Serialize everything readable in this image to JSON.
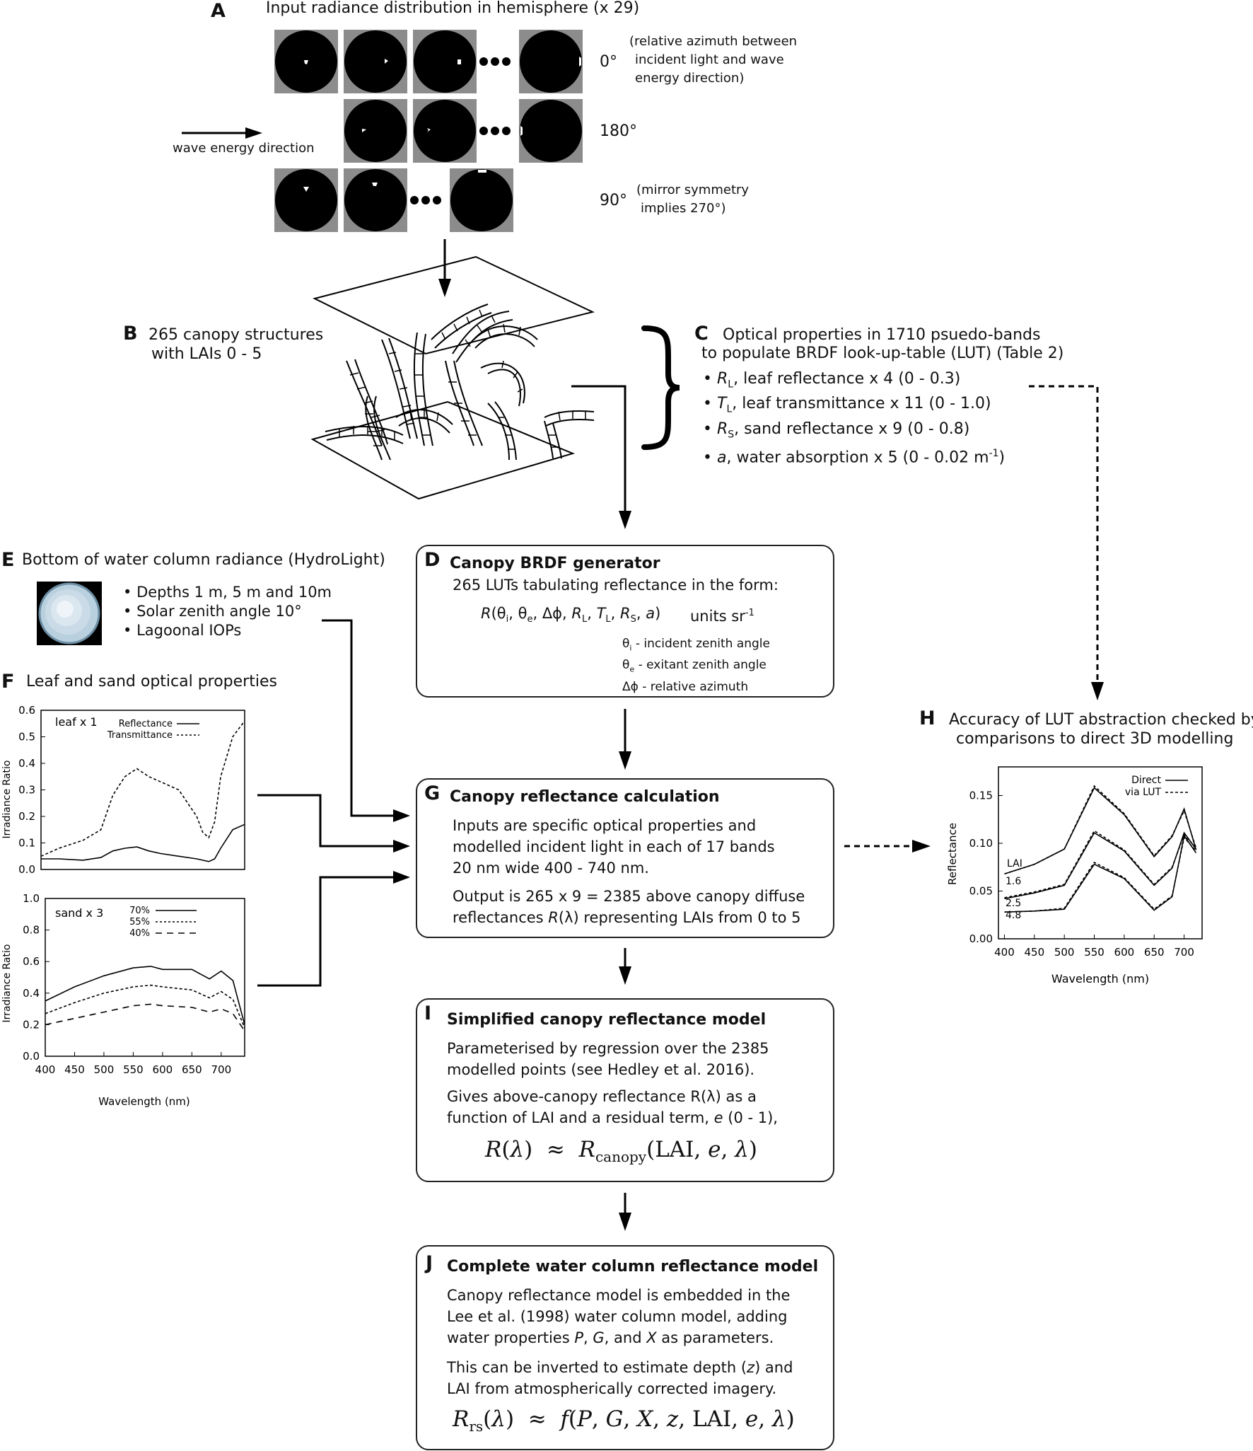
{
  "a": {
    "label": "A",
    "title": "Input radiance distribution in hemisphere (x 29)",
    "row0_angle": "0°",
    "row0_note": [
      "(relative azimuth between",
      "incident light and wave",
      "energy direction)"
    ],
    "row1_angle": "180°",
    "row2_angle": "90°",
    "row2_note": [
      "(mirror symmetry",
      "implies 270°)"
    ],
    "wave_label": "wave energy direction"
  },
  "b": {
    "label": "B",
    "lines": [
      "265 canopy structures",
      "with LAIs 0 - 5"
    ]
  },
  "c": {
    "label": "C",
    "lines": [
      "Optical properties in 1710 psuedo-bands",
      "to populate BRDF look-up-table (LUT) (Table 2)"
    ],
    "items": [
      {
        "sym": "R",
        "sub": "L",
        "text": ", leaf reflectance x 4 (0 - 0.3)"
      },
      {
        "sym": "T",
        "sub": "L",
        "text": ", leaf transmittance x 11 (0 - 1.0)"
      },
      {
        "sym": "R",
        "sub": "S",
        "text": ", sand reflectance x 9 (0 - 0.8)"
      },
      {
        "sym": "a",
        "sub": "",
        "text": ", water absorption x 5 (0 - 0.02 m",
        "sup": "-1",
        "tail": ")"
      }
    ]
  },
  "e": {
    "label": "E",
    "title": "Bottom of water column radiance (HydroLight)",
    "items": [
      "Depths 1 m, 5 m and 10m",
      "Solar zenith angle 10°",
      "Lagoonal IOPs"
    ]
  },
  "f": {
    "label": "F",
    "title": "Leaf and sand optical properties"
  },
  "d": {
    "label": "D",
    "title": "Canopy BRDF generator",
    "line1": "265 LUTs tabulating reflectance in the form:",
    "units": "units sr",
    "units_sup": "-1",
    "defs": [
      {
        "sym": "θ",
        "sub": "i",
        "text": " - incident zenith angle"
      },
      {
        "sym": "θ",
        "sub": "e",
        "text": " - exitant zenith angle"
      },
      {
        "sym": "Δϕ",
        "sub": "",
        "text": " - relative azimuth"
      }
    ]
  },
  "g": {
    "label": "G",
    "title": "Canopy reflectance calculation",
    "lines1": [
      "Inputs are specific optical properties and",
      "modelled incident light in each of 17 bands",
      "20 nm wide 400 - 740 nm."
    ],
    "line2": "Output is 265 x 9 = 2385 above canopy diffuse",
    "line3_pre": "reflectances ",
    "line3_post": " representing LAIs from 0 to 5"
  },
  "h": {
    "label": "H",
    "lines": [
      "Accuracy of LUT abstraction checked by",
      "comparisons to direct 3D modelling"
    ]
  },
  "i": {
    "label": "I",
    "title": "Simplified canopy reflectance model",
    "lines1": [
      "Parameterised by regression over the 2385",
      "modelled points (see Hedley et al. 2016)."
    ],
    "lines2_a": "Gives above-canopy reflectance R(λ) as a",
    "lines2_b": "function of LAI and a residual term,",
    "lines2_c": "(0 - 1),"
  },
  "j": {
    "label": "J",
    "title": "Complete water column reflectance model",
    "lines1": [
      "Canopy reflectance model is embedded in the",
      "Lee et al. (1998) water column model, adding"
    ],
    "line3": "water properties",
    "lines2_a": "This can be inverted to estimate depth (",
    "lines2_b": ") and",
    "lines2_c": "LAI from atmospherically corrected imagery."
  },
  "chart_data": [
    {
      "type": "line",
      "legend_title": "leaf x 1",
      "ylabel": "Irradiance Ratio",
      "ylim": [
        0,
        0.6
      ],
      "yticks": [
        "0.0",
        "0.1",
        "0.2",
        "0.3",
        "0.4",
        "0.5",
        "0.6"
      ],
      "x": [
        400,
        430,
        470,
        500,
        520,
        540,
        560,
        580,
        600,
        630,
        660,
        670,
        680,
        690,
        700,
        720,
        740
      ],
      "series": [
        {
          "name": "Reflectance",
          "style": "solid",
          "values": [
            0.04,
            0.04,
            0.035,
            0.045,
            0.07,
            0.08,
            0.085,
            0.07,
            0.06,
            0.05,
            0.04,
            0.035,
            0.03,
            0.04,
            0.08,
            0.15,
            0.17
          ]
        },
        {
          "name": "Transmittance",
          "style": "dashed",
          "values": [
            0.05,
            0.08,
            0.11,
            0.15,
            0.28,
            0.35,
            0.38,
            0.35,
            0.33,
            0.3,
            0.2,
            0.14,
            0.12,
            0.18,
            0.35,
            0.5,
            0.56
          ]
        }
      ]
    },
    {
      "type": "line",
      "legend_title": "sand x 3",
      "ylabel": "Irradiance Ratio",
      "xlabel": "Wavelength (nm)",
      "ylim": [
        0,
        1.0
      ],
      "yticks": [
        "0.0",
        "0.2",
        "0.4",
        "0.6",
        "0.8",
        "1.0"
      ],
      "xticks": [
        "400",
        "450",
        "500",
        "550",
        "600",
        "650",
        "700"
      ],
      "x": [
        400,
        450,
        500,
        550,
        580,
        600,
        650,
        680,
        700,
        720,
        740
      ],
      "series": [
        {
          "name": "70%",
          "style": "solid",
          "values": [
            0.35,
            0.44,
            0.51,
            0.56,
            0.57,
            0.55,
            0.55,
            0.49,
            0.54,
            0.48,
            0.2
          ]
        },
        {
          "name": "55%",
          "style": "dashed",
          "values": [
            0.27,
            0.34,
            0.4,
            0.44,
            0.45,
            0.44,
            0.42,
            0.37,
            0.41,
            0.36,
            0.18
          ]
        },
        {
          "name": "40%",
          "style": "longdash",
          "values": [
            0.2,
            0.24,
            0.28,
            0.32,
            0.33,
            0.32,
            0.31,
            0.28,
            0.3,
            0.27,
            0.16
          ]
        }
      ]
    },
    {
      "type": "line",
      "ylabel": "Reflectance",
      "xlabel": "Wavelength (nm)",
      "ylim": [
        0,
        0.18
      ],
      "yticks": [
        "0.00",
        "0.05",
        "0.10",
        "0.15"
      ],
      "xticks": [
        "400",
        "450",
        "500",
        "550",
        "600",
        "650",
        "700"
      ],
      "lai_title": "LAI",
      "lai_labels": [
        "1.6",
        "2.5",
        "4.8"
      ],
      "x": [
        400,
        450,
        500,
        550,
        600,
        650,
        680,
        700,
        720
      ],
      "series": [
        {
          "name": "Direct",
          "style": "solid",
          "values": [
            0.068,
            0.078,
            0.094,
            0.158,
            0.13,
            0.086,
            0.107,
            0.136,
            0.093
          ]
        },
        {
          "name": "via LUT",
          "style": "dashed",
          "values": [
            0.068,
            0.078,
            0.094,
            0.16,
            0.131,
            0.087,
            0.108,
            0.134,
            0.095
          ]
        },
        {
          "name": "",
          "style": "solid",
          "values": [
            0.042,
            0.048,
            0.056,
            0.111,
            0.092,
            0.056,
            0.074,
            0.111,
            0.094
          ]
        },
        {
          "name": "",
          "style": "dashed",
          "values": [
            0.043,
            0.049,
            0.057,
            0.113,
            0.093,
            0.057,
            0.075,
            0.109,
            0.095
          ]
        },
        {
          "name": "",
          "style": "solid",
          "values": [
            0.028,
            0.029,
            0.031,
            0.078,
            0.063,
            0.03,
            0.044,
            0.108,
            0.09
          ]
        },
        {
          "name": "",
          "style": "dashed",
          "values": [
            0.028,
            0.029,
            0.032,
            0.08,
            0.064,
            0.031,
            0.045,
            0.106,
            0.092
          ]
        }
      ]
    }
  ]
}
